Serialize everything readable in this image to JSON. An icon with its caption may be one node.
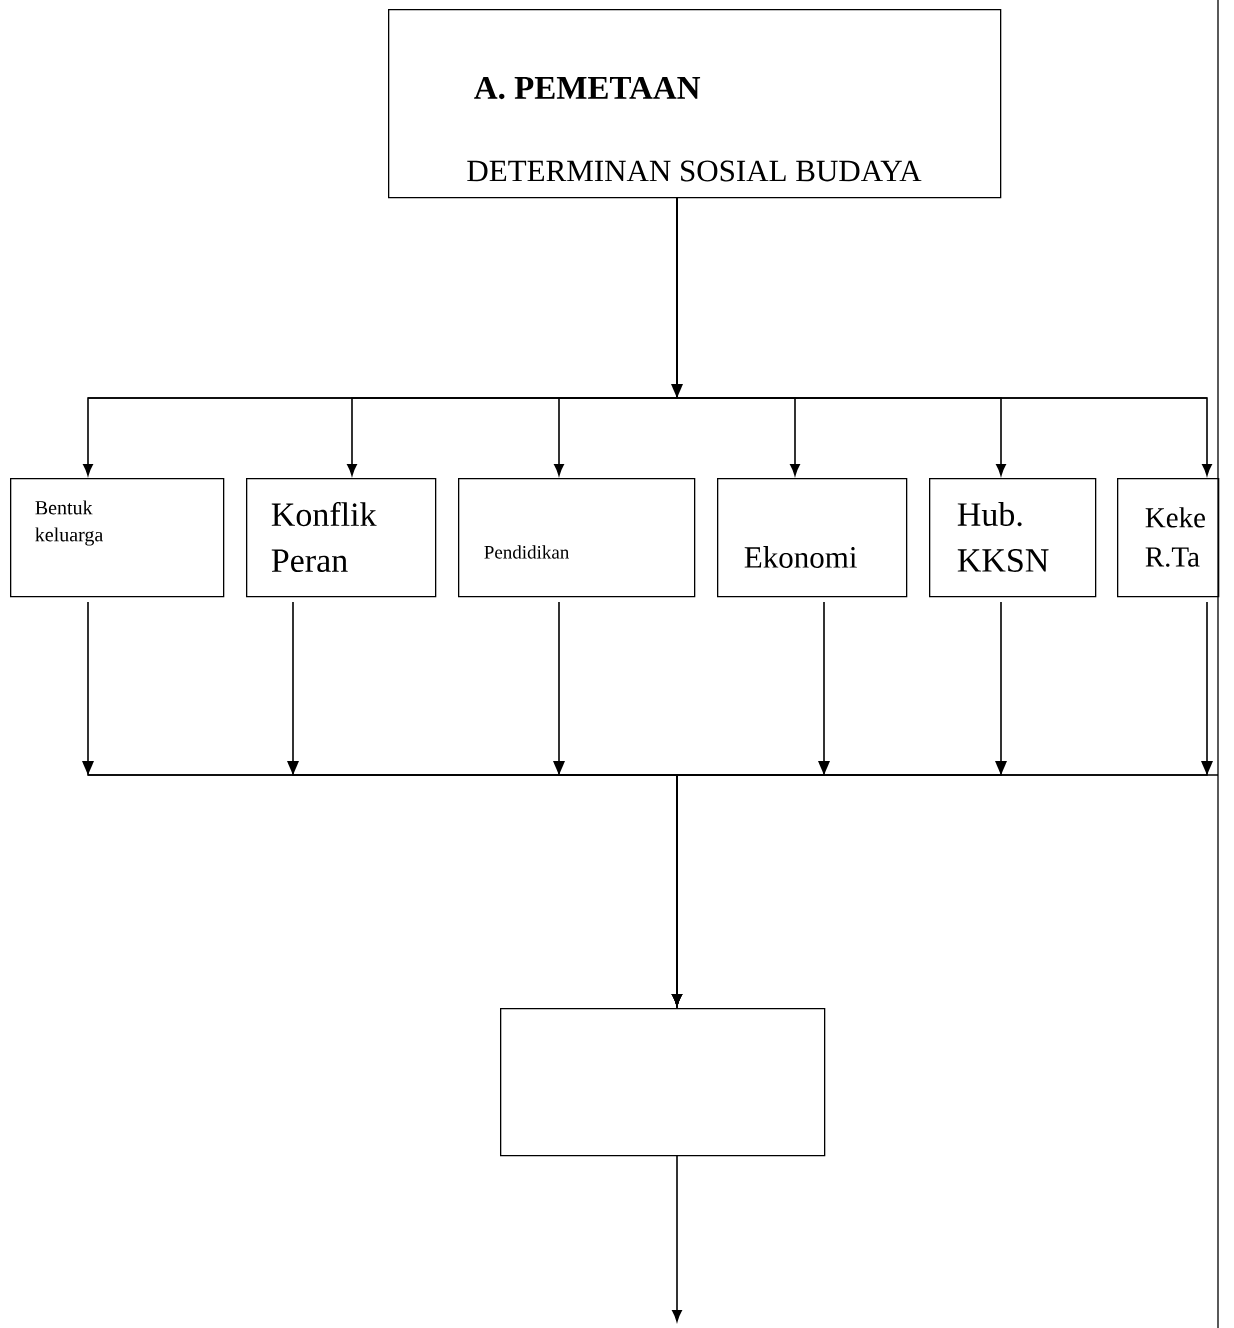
{
  "diagram": {
    "nodes": [
      {
        "text": [
          "A.  PEMETAAN",
          "DETERMINAN SOSIAL BUDAYA"
        ]
      },
      {
        "text": [
          "Bentuk keluarga"
        ]
      },
      {
        "text": [
          "Konflik Peran"
        ]
      },
      {
        "text": [
          "Pendidikan"
        ]
      },
      {
        "text": [
          "Ekonomi"
        ]
      },
      {
        "text": [
          "Hub. KKSN"
        ]
      },
      {
        "text": [
          "Keke R.Ta"
        ]
      },
      {
        "text": [],
        "shape": "box"
      }
    ],
    "edges": [
      {
        "from": 0,
        "to": 1,
        "arrow": "to"
      },
      {
        "from": 0,
        "to": 2,
        "arrow": "to"
      },
      {
        "from": 0,
        "to": 3,
        "arrow": "to"
      },
      {
        "from": 0,
        "to": 4,
        "arrow": "to"
      },
      {
        "from": 0,
        "to": 5,
        "arrow": "to"
      },
      {
        "from": 0,
        "to": 6,
        "arrow": "to"
      },
      {
        "from": 1,
        "to": 7,
        "arrow": "to"
      },
      {
        "from": 2,
        "to": 7,
        "arrow": "to"
      },
      {
        "from": 3,
        "to": 7,
        "arrow": "to"
      },
      {
        "from": 4,
        "to": 7,
        "arrow": "to"
      },
      {
        "from": 5,
        "to": 7,
        "arrow": "to"
      },
      {
        "from": 6,
        "to": 7,
        "arrow": "to"
      },
      {
        "from": 7,
        "to": null,
        "arrow": "to"
      }
    ]
  }
}
